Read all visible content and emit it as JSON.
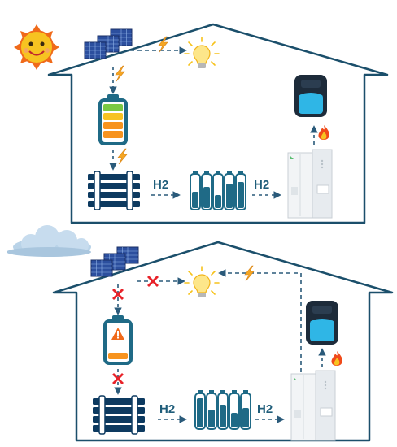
{
  "colors": {
    "house_line": "#1b4f6b",
    "arrow": "#2a5a7a",
    "bolt": "#f5a623",
    "cross": "#e8232a",
    "solar": "#2c4f9e",
    "electrolyzer": "#0d3a60",
    "tank": "#1f6a86",
    "water": "#2fb6e6",
    "sun": "#f7c321",
    "sun_rays": "#f06a1a",
    "cloud": "#b9d3e8"
  },
  "scenarios": [
    {
      "weather": "sunny",
      "weather_icon": "sun-icon",
      "flow_labels": {
        "electrolyzer_to_tanks": "H2",
        "tanks_to_fuel_cell": "H2"
      },
      "battery_state": "charged",
      "power_paths": {
        "solar_to_light": "active",
        "solar_to_battery": "active",
        "battery_to_electrolyzer": "active",
        "fuel_cell_to_light": "none"
      }
    },
    {
      "weather": "cloudy",
      "weather_icon": "cloud-icon",
      "flow_labels": {
        "electrolyzer_to_tanks": "H2",
        "tanks_to_fuel_cell": "H2"
      },
      "battery_state": "depleted",
      "power_paths": {
        "solar_to_light": "blocked",
        "solar_to_battery": "blocked",
        "battery_to_electrolyzer": "blocked",
        "fuel_cell_to_light": "active"
      }
    }
  ]
}
